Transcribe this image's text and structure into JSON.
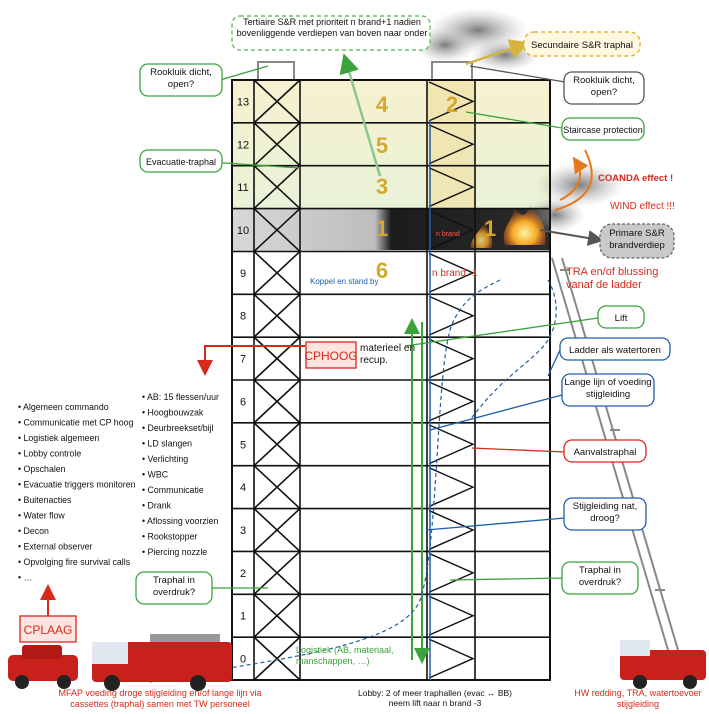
{
  "colors": {
    "green": "#3aa33a",
    "red": "#d9291c",
    "blue": "#1f5fa8",
    "orange": "#e8791b",
    "gold": "#c9a227",
    "fire_floor": "#3a3a3a"
  },
  "floors": [
    "0",
    "1",
    "2",
    "3",
    "4",
    "5",
    "6",
    "7",
    "8",
    "9",
    "10",
    "11",
    "12",
    "13"
  ],
  "priorities": {
    "p4": "4",
    "p5": "5",
    "p3": "3",
    "p2": "2",
    "p1_left": "1",
    "p1_right": "1",
    "p6": "6"
  },
  "callouts": {
    "tertiary": "Tertiaire S&R met prioriteit n brand+1 nadien bovenliggende verdiepen van boven naar onder",
    "secondary": "Secundaire S&R traphal",
    "rookluik_left": "Rookluik dicht, open?",
    "rookluik_right": "Rookluik dicht, open?",
    "staircase_protection": "Staircase protection",
    "evacuatie_traphal": "Evacuatie-traphal",
    "coanda": "COANDA effect !",
    "wind": "WIND effect !!!",
    "primary": "Primare S&R brandverdiep",
    "tra": "TRA en/of blussing vanaf de ladder",
    "lift": "Lift",
    "ladder": "Ladder als watertoren",
    "lange_lijn": "Lange lijn of voeding stijgleiding",
    "aanvalstraphal": "Aanvalstraphal",
    "stijgleiding": "Stijgleiding nat, droog?",
    "traphal_right": "Traphal in overdruk?",
    "traphal_left": "Traphal in overdruk?",
    "koppel": "Koppel en stand by",
    "n_brand_minus1": "n brand -1",
    "n_brand_label": "n brand",
    "materieel": "materieel en recup.",
    "logistiek": "Logistiek (AB, materiaal, manschappen, …)",
    "lobby": "Lobby: 2 of meer traphallen (evac ↔ BB) neem lift naar n brand -3",
    "mfap": "MFAP voeding droge stijgleiding en/of lange lijn via cassettes (traphal) samen met TW personeel",
    "hw": "HW redding, TRA, watertoevoer stijgleiding"
  },
  "cp_hoog": "CPHOOG",
  "cp_laag": "CPLAAG",
  "left_list": [
    "Algemeen commando",
    "Communicatie met CP hoog",
    "Logistiek algemeen",
    "Lobby controle",
    "Opschalen",
    "Evacuatie triggers monitoren",
    "Buitenacties",
    "Water flow",
    "Decon",
    "External observer",
    "Opvolging fire survival calls",
    "…"
  ],
  "middle_list": [
    "AB: 15 flessen/uur",
    "Hoogbouwzak",
    "Deurbreekset/bijl",
    "LD slangen",
    "Verlichting",
    "WBC",
    "Communicatie",
    "Drank",
    "Aflossing voorzien",
    "Rookstopper",
    "Piercing nozzle"
  ]
}
